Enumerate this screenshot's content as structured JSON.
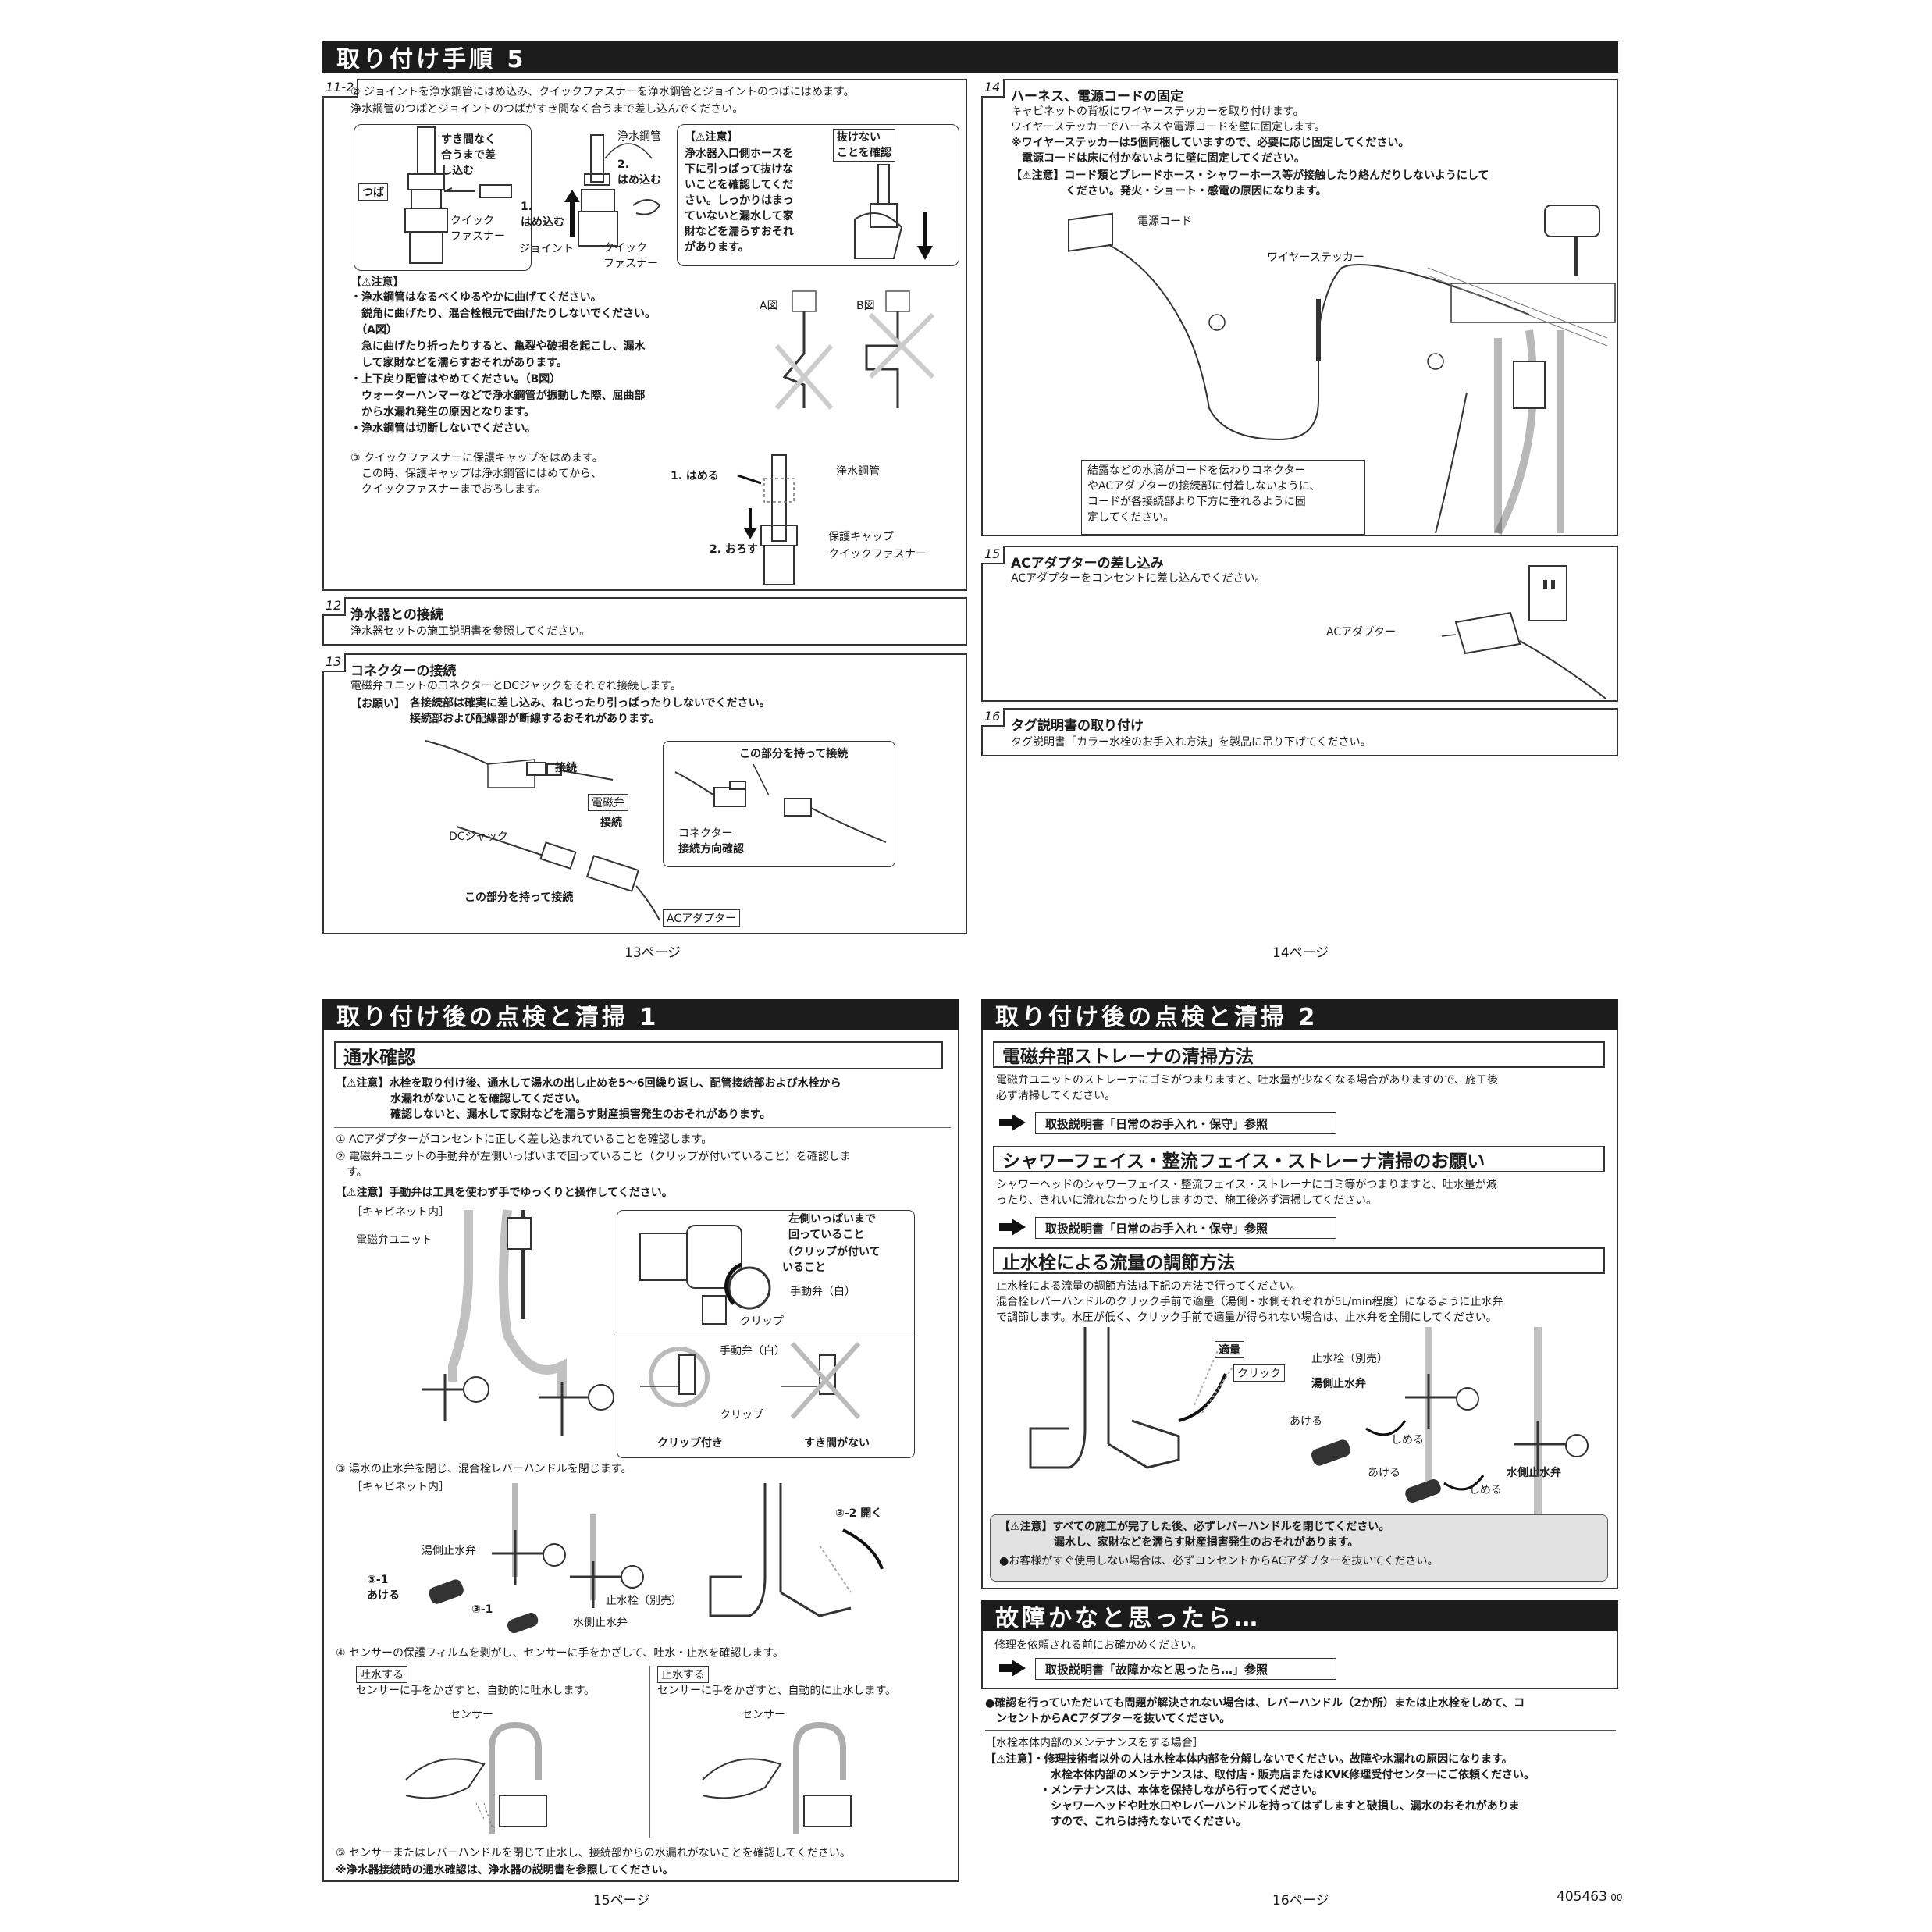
{
  "p13": {
    "header": "取り付け手順 5",
    "step11_2": {
      "num": "11-2",
      "text": "② ジョイントを浄水鋼管にはめ込み、クイックファスナーを浄水鋼管とジョイントのつばにはめます。\n浄水鋼管のつばとジョイントのつばがすき間なく合うまで差し込んでください。",
      "fig_labels": {
        "no_gap": "すき間なく\n合うまで差\nし込む",
        "tsuba": "つば",
        "qf1": "クイック\nファスナー",
        "jousui": "浄水鋼管",
        "hame2": "2.\nはめ込む",
        "hame1": "1.\nはめ込む",
        "joint": "ジョイント",
        "qf2": "クイック\nファスナー"
      },
      "note_title": "【⚠注意】",
      "note_text": "浄水器入口側ホースを\n下に引っぱって抜けな\nいことを確認してくだ\nさい。しっかりはまっ\nていないと漏水して家\n財などを濡らすおそれ\nがあります。",
      "nuke": "抜けない\nことを確認",
      "caution_title": "【⚠注意】",
      "caution_lines": "・浄水鋼管はなるべくゆるやかに曲げてください。\n　鋭角に曲げたり、混合栓根元で曲げたりしないでください。\n　（A図）\n　急に曲げたり折ったりすると、亀裂や破損を起こし、漏水\n　して家財などを濡らすおそれがあります。\n・上下戻り配管はやめてください。（B図）\n　ウォーターハンマーなどで浄水鋼管が振動した際、屈曲部\n　から水漏れ発生の原因となります。\n・浄水鋼管は切断しないでください。",
      "figA": "A図",
      "figB": "B図",
      "step3_text": "③ クイックファスナーに保護キャップをはめます。\n　この時、保護キャップは浄水鋼管にはめてから、\n　クイックファスナーまでおろします。",
      "hameru": "1. はめる",
      "orosu": "2. おろす",
      "jousui2": "浄水鋼管",
      "cap": "保護キャップ",
      "qf3": "クイックファスナー"
    },
    "step12": {
      "num": "12",
      "title": "浄水器との接続",
      "text": "浄水器セットの施工説明書を参照してください。"
    },
    "step13": {
      "num": "13",
      "title": "コネクターの接続",
      "text": "電磁弁ユニットのコネクターとDCジャックをそれぞれ接続します。",
      "req_title": "【お願い】",
      "req_text": "各接続部は確実に差し込み、ねじったり引っぱったりしないでください。\n接続部および配線部が断線するおそれがあります。",
      "setsuzoku1": "接続",
      "denjiben": "電磁弁",
      "setsuzoku2": "接続",
      "dcjack": "DCジャック",
      "hold1": "この部分を持って接続",
      "hold2": "この部分を持って接続",
      "connector": "コネクター",
      "direction": "接続方向確認",
      "acadapter": "ACアダプター"
    },
    "page": "13ページ"
  },
  "p14": {
    "step14": {
      "num": "14",
      "title": "ハーネス、電源コードの固定",
      "text1": "キャビネットの背板にワイヤーステッカーを取り付けます。\nワイヤーステッカーでハーネスや電源コードを壁に固定します。",
      "text2": "※ワイヤーステッカーは5個同梱していますので、必要に応じ固定してください。\n　電源コードは床に付かないように壁に固定してください。",
      "caution": "【⚠注意】コード類とブレードホース・シャワーホース等が接触したり絡んだりしないようにして\n　　　　　ください。発火・ショート・感電の原因になります。",
      "power_cord": "電源コード",
      "wire_sticker": "ワイヤーステッカー",
      "dew_note": "結露などの水滴がコードを伝わりコネクター\nやACアダプターの接続部に付着しないように、\nコードが各接続部より下方に垂れるように固\n定してください。"
    },
    "step15": {
      "num": "15",
      "title": "ACアダプターの差し込み",
      "text": "ACアダプターをコンセントに差し込んでください。",
      "label": "ACアダプター"
    },
    "step16": {
      "num": "16",
      "title": "タグ説明書の取り付け",
      "text": "タグ説明書「カラー水栓のお手入れ方法」を製品に吊り下げてください。"
    },
    "page": "14ページ"
  },
  "p15": {
    "header": "取り付け後の点検と清掃 1",
    "sub": "通水確認",
    "caution1": "【⚠注意】水栓を取り付け後、通水して湯水の出し止めを5～6回繰り返し、配管接続部および水栓から\n　　　　　水漏れがないことを確認してください。\n　　　　　確認しないと、漏水して家財などを濡らす財産損害発生のおそれがあります。",
    "s1": "① ACアダプターがコンセントに正しく差し込まれていることを確認します。",
    "s2": "② 電磁弁ユニットの手動弁が左側いっぱいまで回っていること（クリップが付いていること）を確認しま\n　す。",
    "caution2": "【⚠注意】手動弁は工具を使わず手でゆっくりと操作してください。",
    "cabinet": "［キャビネット内］",
    "unit": "電磁弁ユニット",
    "left_full": "左側いっぱいまで\n回っていること",
    "clip_on": "（クリップが付いて\nいること",
    "manual": "手動弁（白）",
    "clip": "クリップ",
    "manual2": "手動弁（白）",
    "clip2": "クリップ",
    "clip_attached": "クリップ付き",
    "no_gap": "すき間がない",
    "s3": "③ 湯水の止水弁を閉じ、混合栓レバーハンドルを閉じます。",
    "cabinet2": "［キャビネット内］",
    "hot_valve": "湯側止水弁",
    "s3_1a": "③-1\nあける",
    "s3_1b": "③-1",
    "stop_valve": "止水栓（別売）",
    "cold_valve": "水側止水弁",
    "s3_2": "③-2 開く",
    "s4": "④ センサーの保護フィルムを剥がし、センサーに手をかざして、吐水・止水を確認します。",
    "spout_label": "吐水する",
    "spout_text": "センサーに手をかざすと、自動的に吐水します。",
    "sensor1": "センサー",
    "stop_label": "止水する",
    "stop_text": "センサーに手をかざすと、自動的に止水します。",
    "sensor2": "センサー",
    "s5": "⑤ センサーまたはレバーハンドルを閉じて止水し、接続部からの水漏れがないことを確認してください。",
    "note": "※浄水器接続時の通水確認は、浄水器の説明書を参照してください。",
    "page": "15ページ"
  },
  "p16": {
    "header": "取り付け後の点検と清掃 2",
    "sub1": "電磁弁部ストレーナの清掃方法",
    "sub1_text": "電磁弁ユニットのストレーナにゴミがつまりますと、吐水量が少なくなる場合がありますので、施工後\n必ず清掃してください。",
    "ref1": "取扱説明書「日常のお手入れ・保守」参照",
    "sub2": "シャワーフェイス・整流フェイス・ストレーナ清掃のお願い",
    "sub2_text": "シャワーヘッドのシャワーフェイス・整流フェイス・ストレーナにゴミ等がつまりますと、吐水量が減\nったり、きれいに流れなかったりしますので、施工後必ず清掃してください。",
    "ref2": "取扱説明書「日常のお手入れ・保守」参照",
    "sub3": "止水栓による流量の調節方法",
    "sub3_text": "止水栓による流量の調節方法は下記の方法で行ってください。\n混合栓レバーハンドルのクリック手前で適量（湯側・水側それぞれが5L/min程度）になるように止水弁\nで調節します。水圧が低く、クリック手前で適量が得られない場合は、止水弁を全開にしてください。",
    "tekiryo": "適量",
    "click": "クリック",
    "stop_valve": "止水栓（別売）",
    "hot_valve": "湯側止水弁",
    "akeru1": "あける",
    "shimeru1": "しめる",
    "akeru2": "あける",
    "shimeru2": "しめる",
    "cold_valve": "水側止水弁",
    "caution": "【⚠注意】すべての施工が完了した後、必ずレバーハンドルを閉じてください。\n　　　　　漏水し、家財などを濡らす財産損害発生のおそれがあります。",
    "caution_b": "●お客様がすぐ使用しない場合は、必ずコンセントからACアダプターを抜いてください。",
    "trouble_header": "故障かなと思ったら…",
    "trouble_text": "修理を依頼される前にお確かめください。",
    "ref3": "取扱説明書「故障かなと思ったら…」参照",
    "bullet": "●確認を行っていただいても問題が解決されない場合は、レバーハンドル（2か所）または止水栓をしめて、コ\n　ンセントからACアダプターを抜いてください。",
    "maint_title": "［水栓本体内部のメンテナンスをする場合］",
    "maint_text": "【⚠注意】・修理技術者以外の人は水栓本体内部を分解しないでください。故障や水漏れの原因になります。\n　　　　　　水栓本体内部のメンテナンスは、取付店・販売店またはKVK修理受付センターにご依頼ください。\n　　　　　・メンテナンスは、本体を保持しながら行ってください。\n　　　　　　シャワーヘッドや吐水口やレバーハンドルを持ってはずしますと破損し、漏水のおそれがありま\n　　　　　　すので、これらは持たないでください。",
    "page": "16ページ",
    "docnum": "405463",
    "docsuffix": "-00"
  }
}
